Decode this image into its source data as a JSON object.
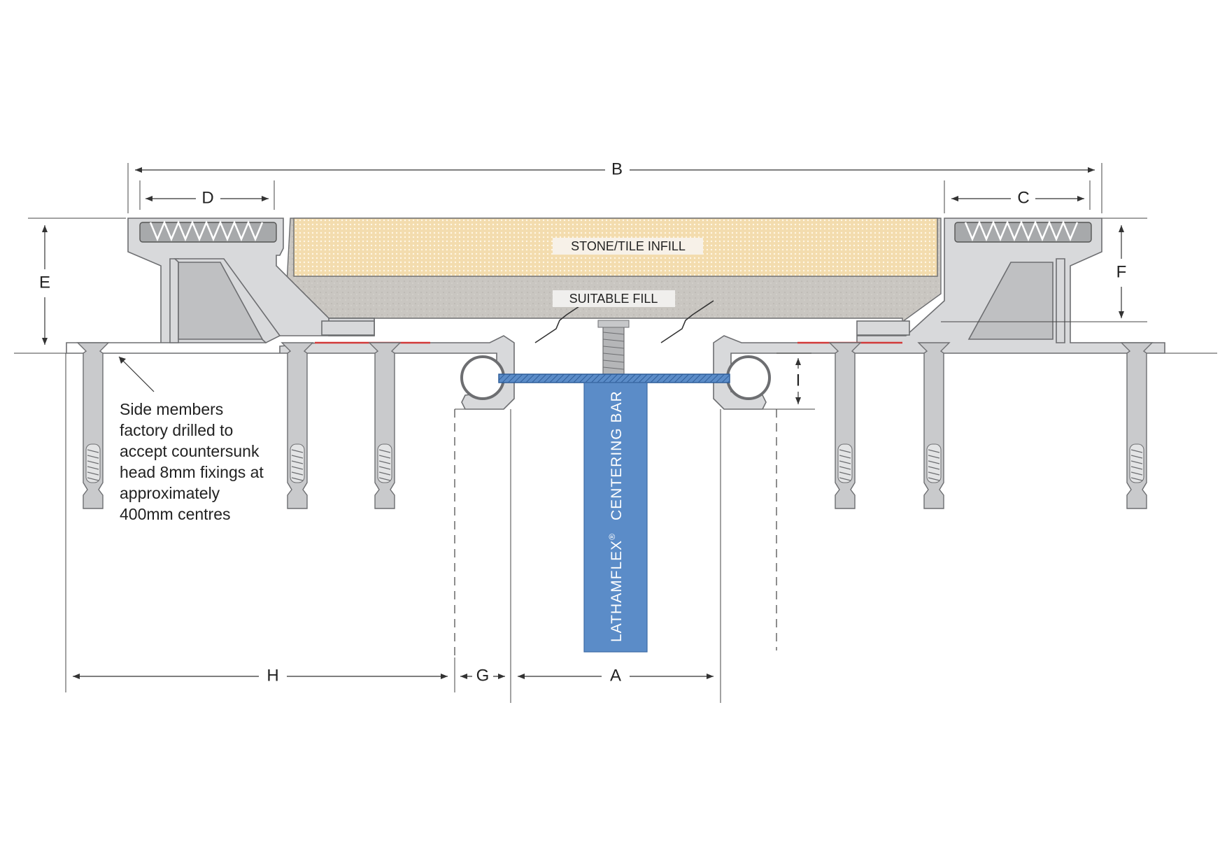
{
  "dimensions": {
    "a": "A",
    "b": "B",
    "c": "C",
    "d": "D",
    "e": "E",
    "f": "F",
    "g": "G",
    "h": "H",
    "i": "I"
  },
  "labels": {
    "infill": "STONE/TILE INFILL",
    "fill": "SUITABLE FILL",
    "centering_bar_brand": "LATHAMFLEX",
    "centering_bar_reg": "®",
    "centering_bar_text": "CENTERING BAR"
  },
  "note": {
    "lines": [
      "Side members",
      "factory drilled to",
      "accept countersunk",
      "head 8mm fixings at",
      "approximately",
      "400mm centres"
    ]
  },
  "colors": {
    "aluminium": "#d8d9db",
    "infill": "#f2d9a6",
    "fill": "#c8c6c2",
    "centering_bar": "#5b8cc8",
    "seal": "#a7a9ab",
    "adhesive_strip": "#d23a3a"
  }
}
